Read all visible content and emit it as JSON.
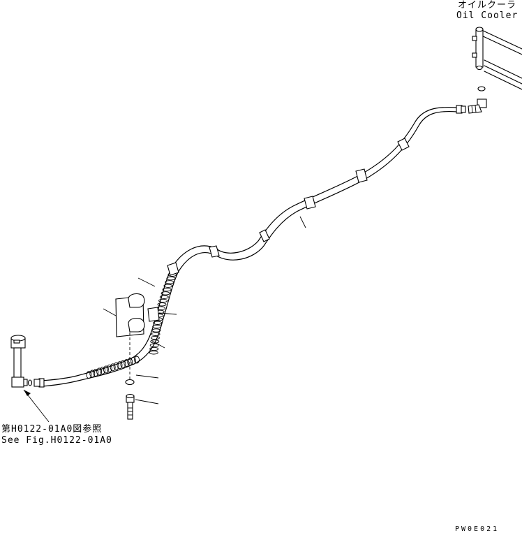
{
  "labels": {
    "oil_cooler_ja": "オイルクーラ",
    "oil_cooler_en": "Oil Cooler",
    "reference_ja": "第H0122-01A0図参照",
    "reference_en": "See Fig.H0122-01A0",
    "drawing_code": "PW0E021"
  },
  "colors": {
    "line": "#000000",
    "background": "#ffffff"
  }
}
